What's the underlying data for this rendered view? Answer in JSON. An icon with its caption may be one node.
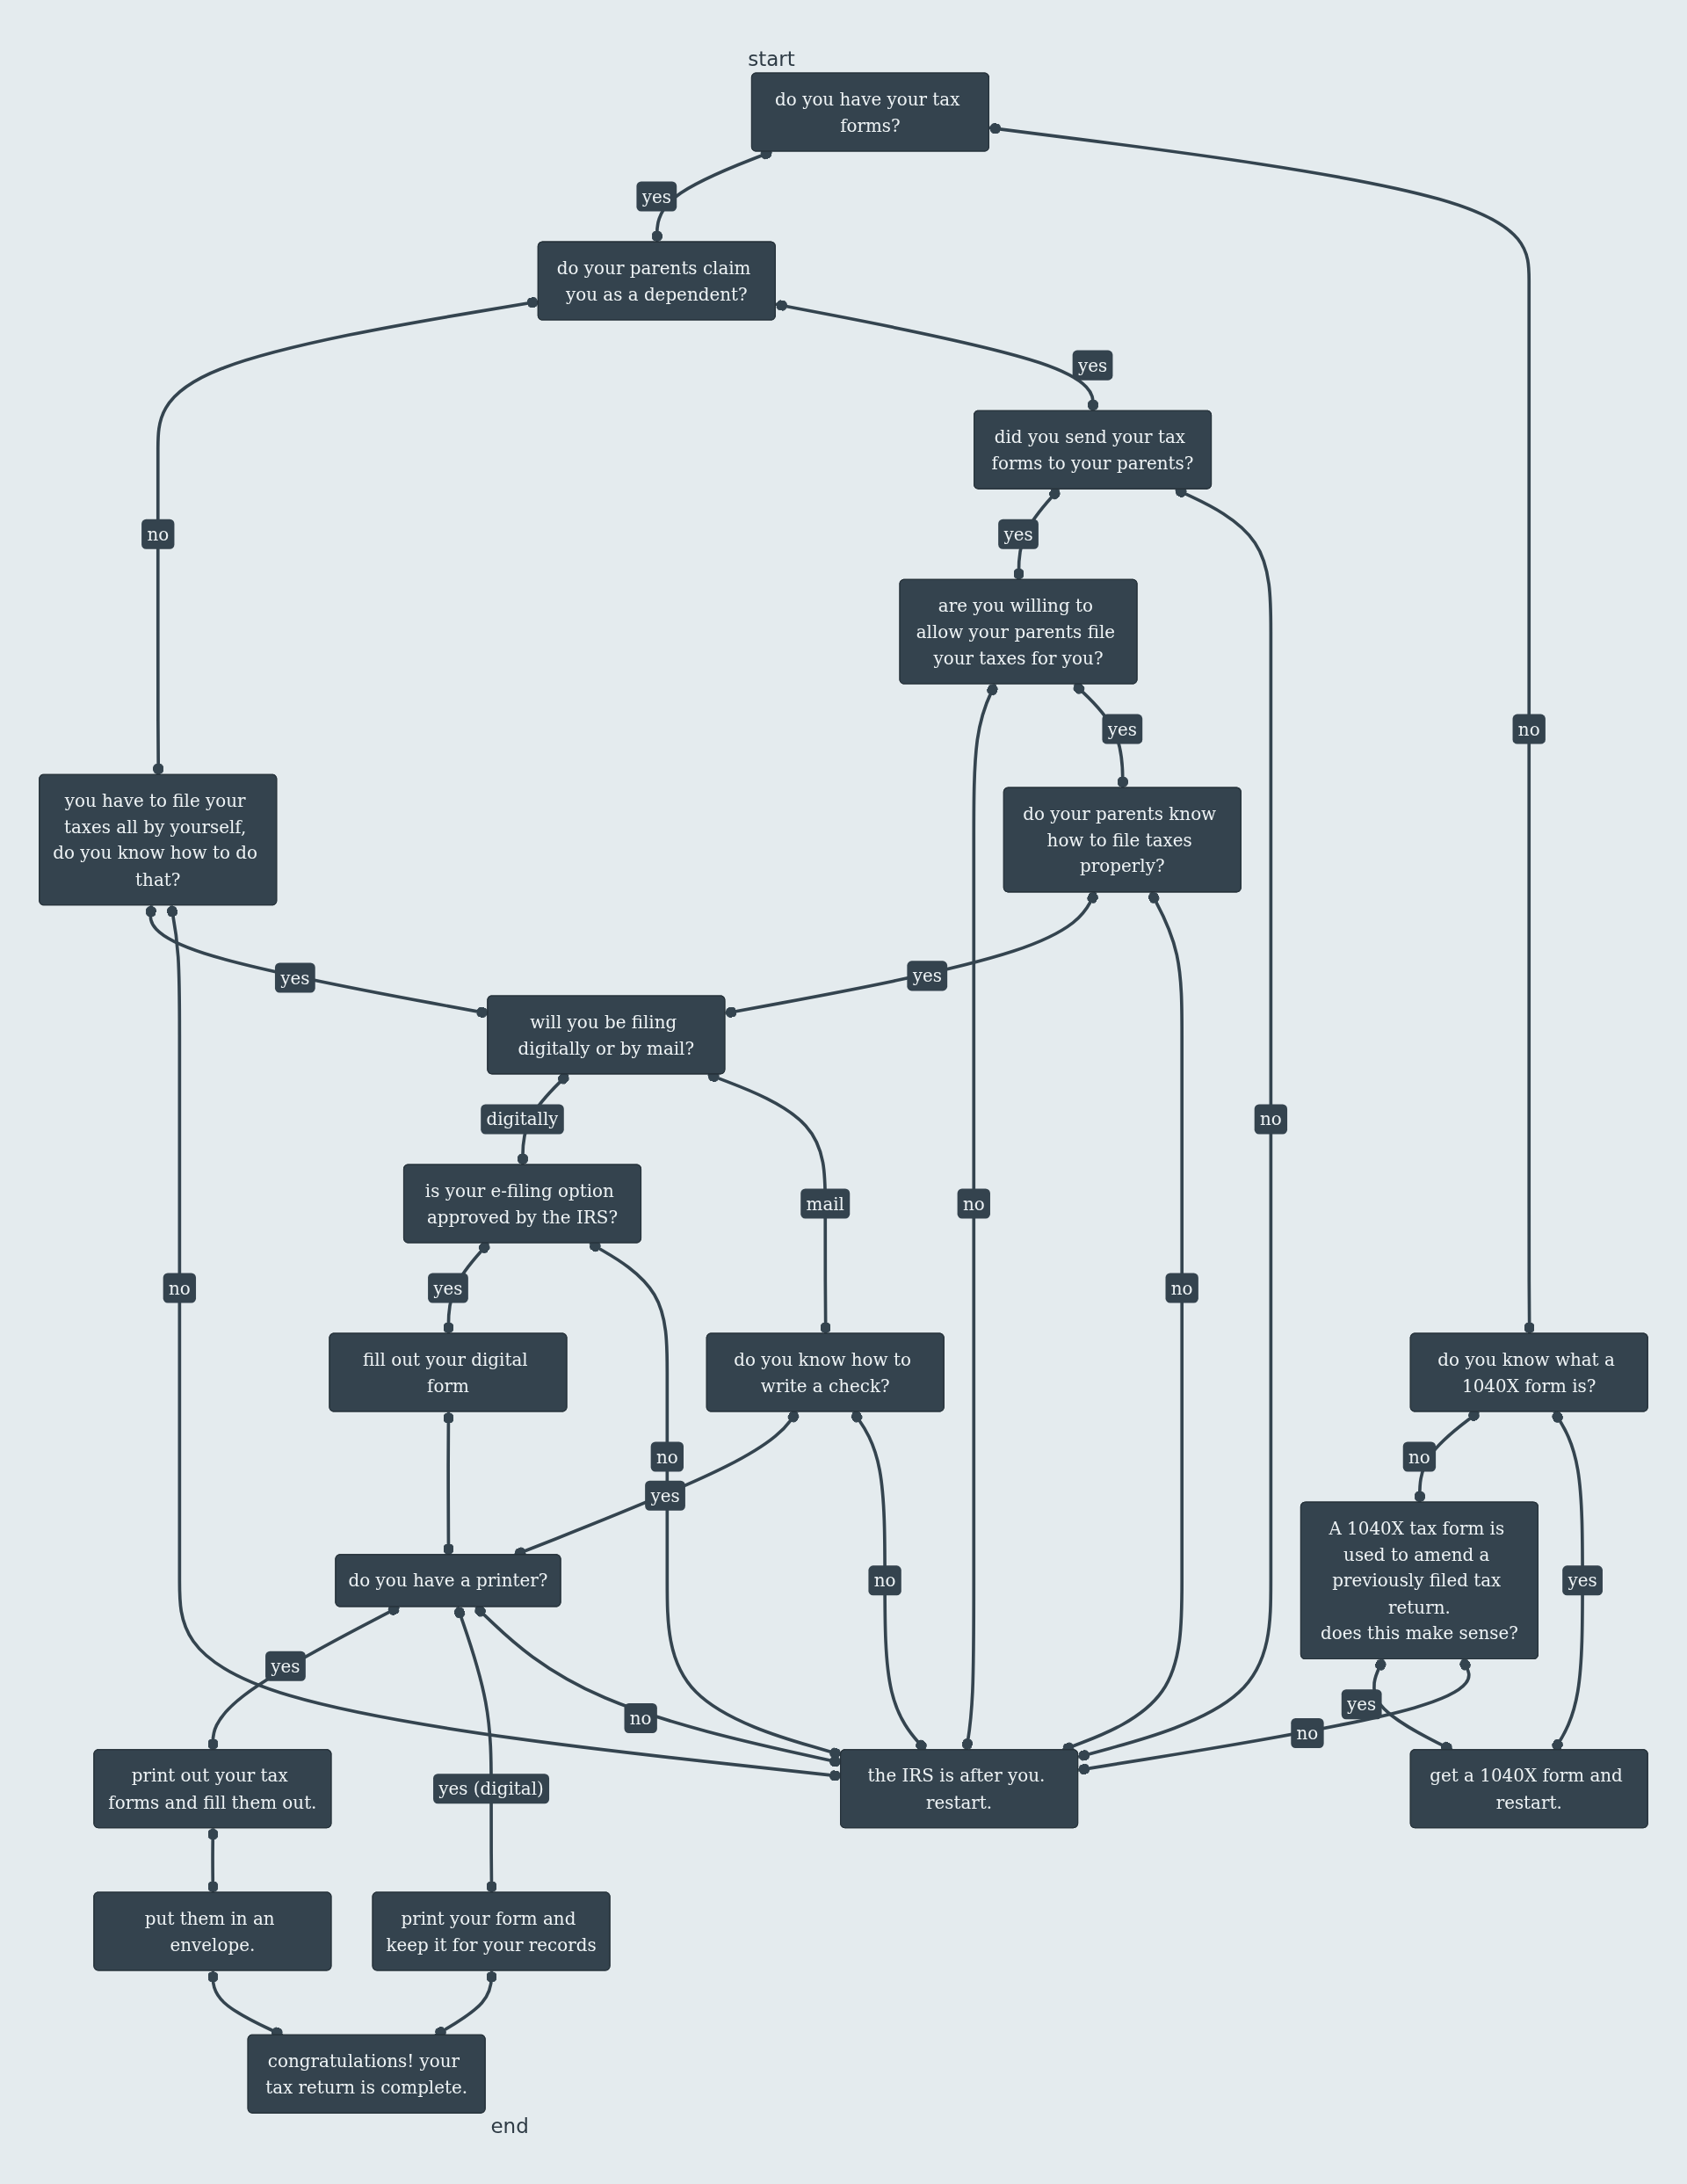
{
  "diagram": {
    "nodes": [
      {
        "text": [
          "do you have your tax forms?"
        ],
        "beside": [
          "start"
        ]
      },
      {
        "text": [
          "do you know what a 1040X form is?"
        ]
      },
      {
        "text": [
          "A 1040X tax form is used to amend a previously filed tax return.",
          "does this make sense?"
        ]
      },
      {
        "text": [
          "get a 1040X form and restart."
        ]
      },
      {
        "text": [
          "do your parents claim you as a dependent?"
        ]
      },
      {
        "text": [
          "you have to file your taxes all by yourself, do you know how to do that?"
        ]
      },
      {
        "text": [
          "did you send your tax forms to your parents?"
        ]
      },
      {
        "text": [
          "are you willing to allow your parents file your taxes for you?"
        ]
      },
      {
        "text": [
          "will you be filing digitally or by mail?"
        ]
      },
      {
        "text": [
          "do your parents know how to file taxes properly?"
        ]
      },
      {
        "text": [
          "is your e-filing option approved by the IRS?"
        ]
      },
      {
        "text": [
          "do you know how to write a check?"
        ]
      },
      {
        "text": [
          "fill out your digital form"
        ]
      },
      {
        "text": [
          "do you have a printer?"
        ]
      },
      {
        "text": [
          "put them in an envelope."
        ]
      },
      {
        "text": [
          "congratulations! your tax return is complete."
        ],
        "beside": [
          "end"
        ]
      },
      {
        "text": [
          "print out your tax forms and fill them out."
        ]
      },
      {
        "text": [
          "print your form and keep it for your records"
        ]
      },
      {
        "text": [
          "the IRS is after you. restart."
        ]
      }
    ],
    "edges": [
      {
        "from": 0,
        "to": 4,
        "arrow": "other",
        "label": "yes"
      },
      {
        "from": 0,
        "to": 1,
        "arrow": "other",
        "label": "no"
      },
      {
        "from": 1,
        "to": 2,
        "arrow": "other",
        "label": "no"
      },
      {
        "from": 1,
        "to": 3,
        "arrow": "other",
        "label": "yes"
      },
      {
        "from": 2,
        "to": 3,
        "arrow": "other",
        "label": "yes"
      },
      {
        "from": 2,
        "to": 18,
        "arrow": "other",
        "label": "no"
      },
      {
        "from": 4,
        "to": 5,
        "arrow": "other",
        "label": "no"
      },
      {
        "from": 4,
        "to": 6,
        "arrow": "other",
        "label": "yes"
      },
      {
        "from": 5,
        "to": 8,
        "arrow": "other",
        "label": "yes"
      },
      {
        "from": 5,
        "to": 18,
        "arrow": "other",
        "label": "no"
      },
      {
        "from": 6,
        "to": 7,
        "arrow": "other",
        "label": "yes"
      },
      {
        "from": 6,
        "to": 18,
        "arrow": "other",
        "label": "no"
      },
      {
        "from": 7,
        "to": 18,
        "arrow": "other",
        "label": "no"
      },
      {
        "from": 7,
        "to": 9,
        "arrow": "other",
        "label": "yes"
      },
      {
        "from": 8,
        "to": 10,
        "arrow": "other",
        "label": "digitally"
      },
      {
        "from": 8,
        "to": 11,
        "arrow": "other",
        "label": "mail"
      },
      {
        "from": 9,
        "to": 8,
        "arrow": "other",
        "label": "yes"
      },
      {
        "from": 9,
        "to": 18,
        "arrow": "other",
        "label": "no"
      },
      {
        "from": 10,
        "to": 12,
        "arrow": "other",
        "label": "yes"
      },
      {
        "from": 10,
        "to": 18,
        "arrow": "other",
        "label": "no"
      },
      {
        "from": 11,
        "to": 13,
        "arrow": "other",
        "label": "yes"
      },
      {
        "from": 11,
        "to": 18,
        "arrow": "other",
        "label": "no"
      },
      {
        "from": 12,
        "to": 13,
        "arrow": "other"
      },
      {
        "from": 13,
        "to": 16,
        "arrow": "other",
        "label": "yes"
      },
      {
        "from": 13,
        "to": 17,
        "arrow": "other",
        "label": "yes (digital)"
      },
      {
        "from": 13,
        "to": 18,
        "arrow": "other",
        "label": "no"
      },
      {
        "from": 16,
        "to": 14,
        "arrow": "other"
      },
      {
        "from": 14,
        "to": 15,
        "arrow": "other"
      },
      {
        "from": 17,
        "to": 15,
        "arrow": "other"
      }
    ]
  }
}
